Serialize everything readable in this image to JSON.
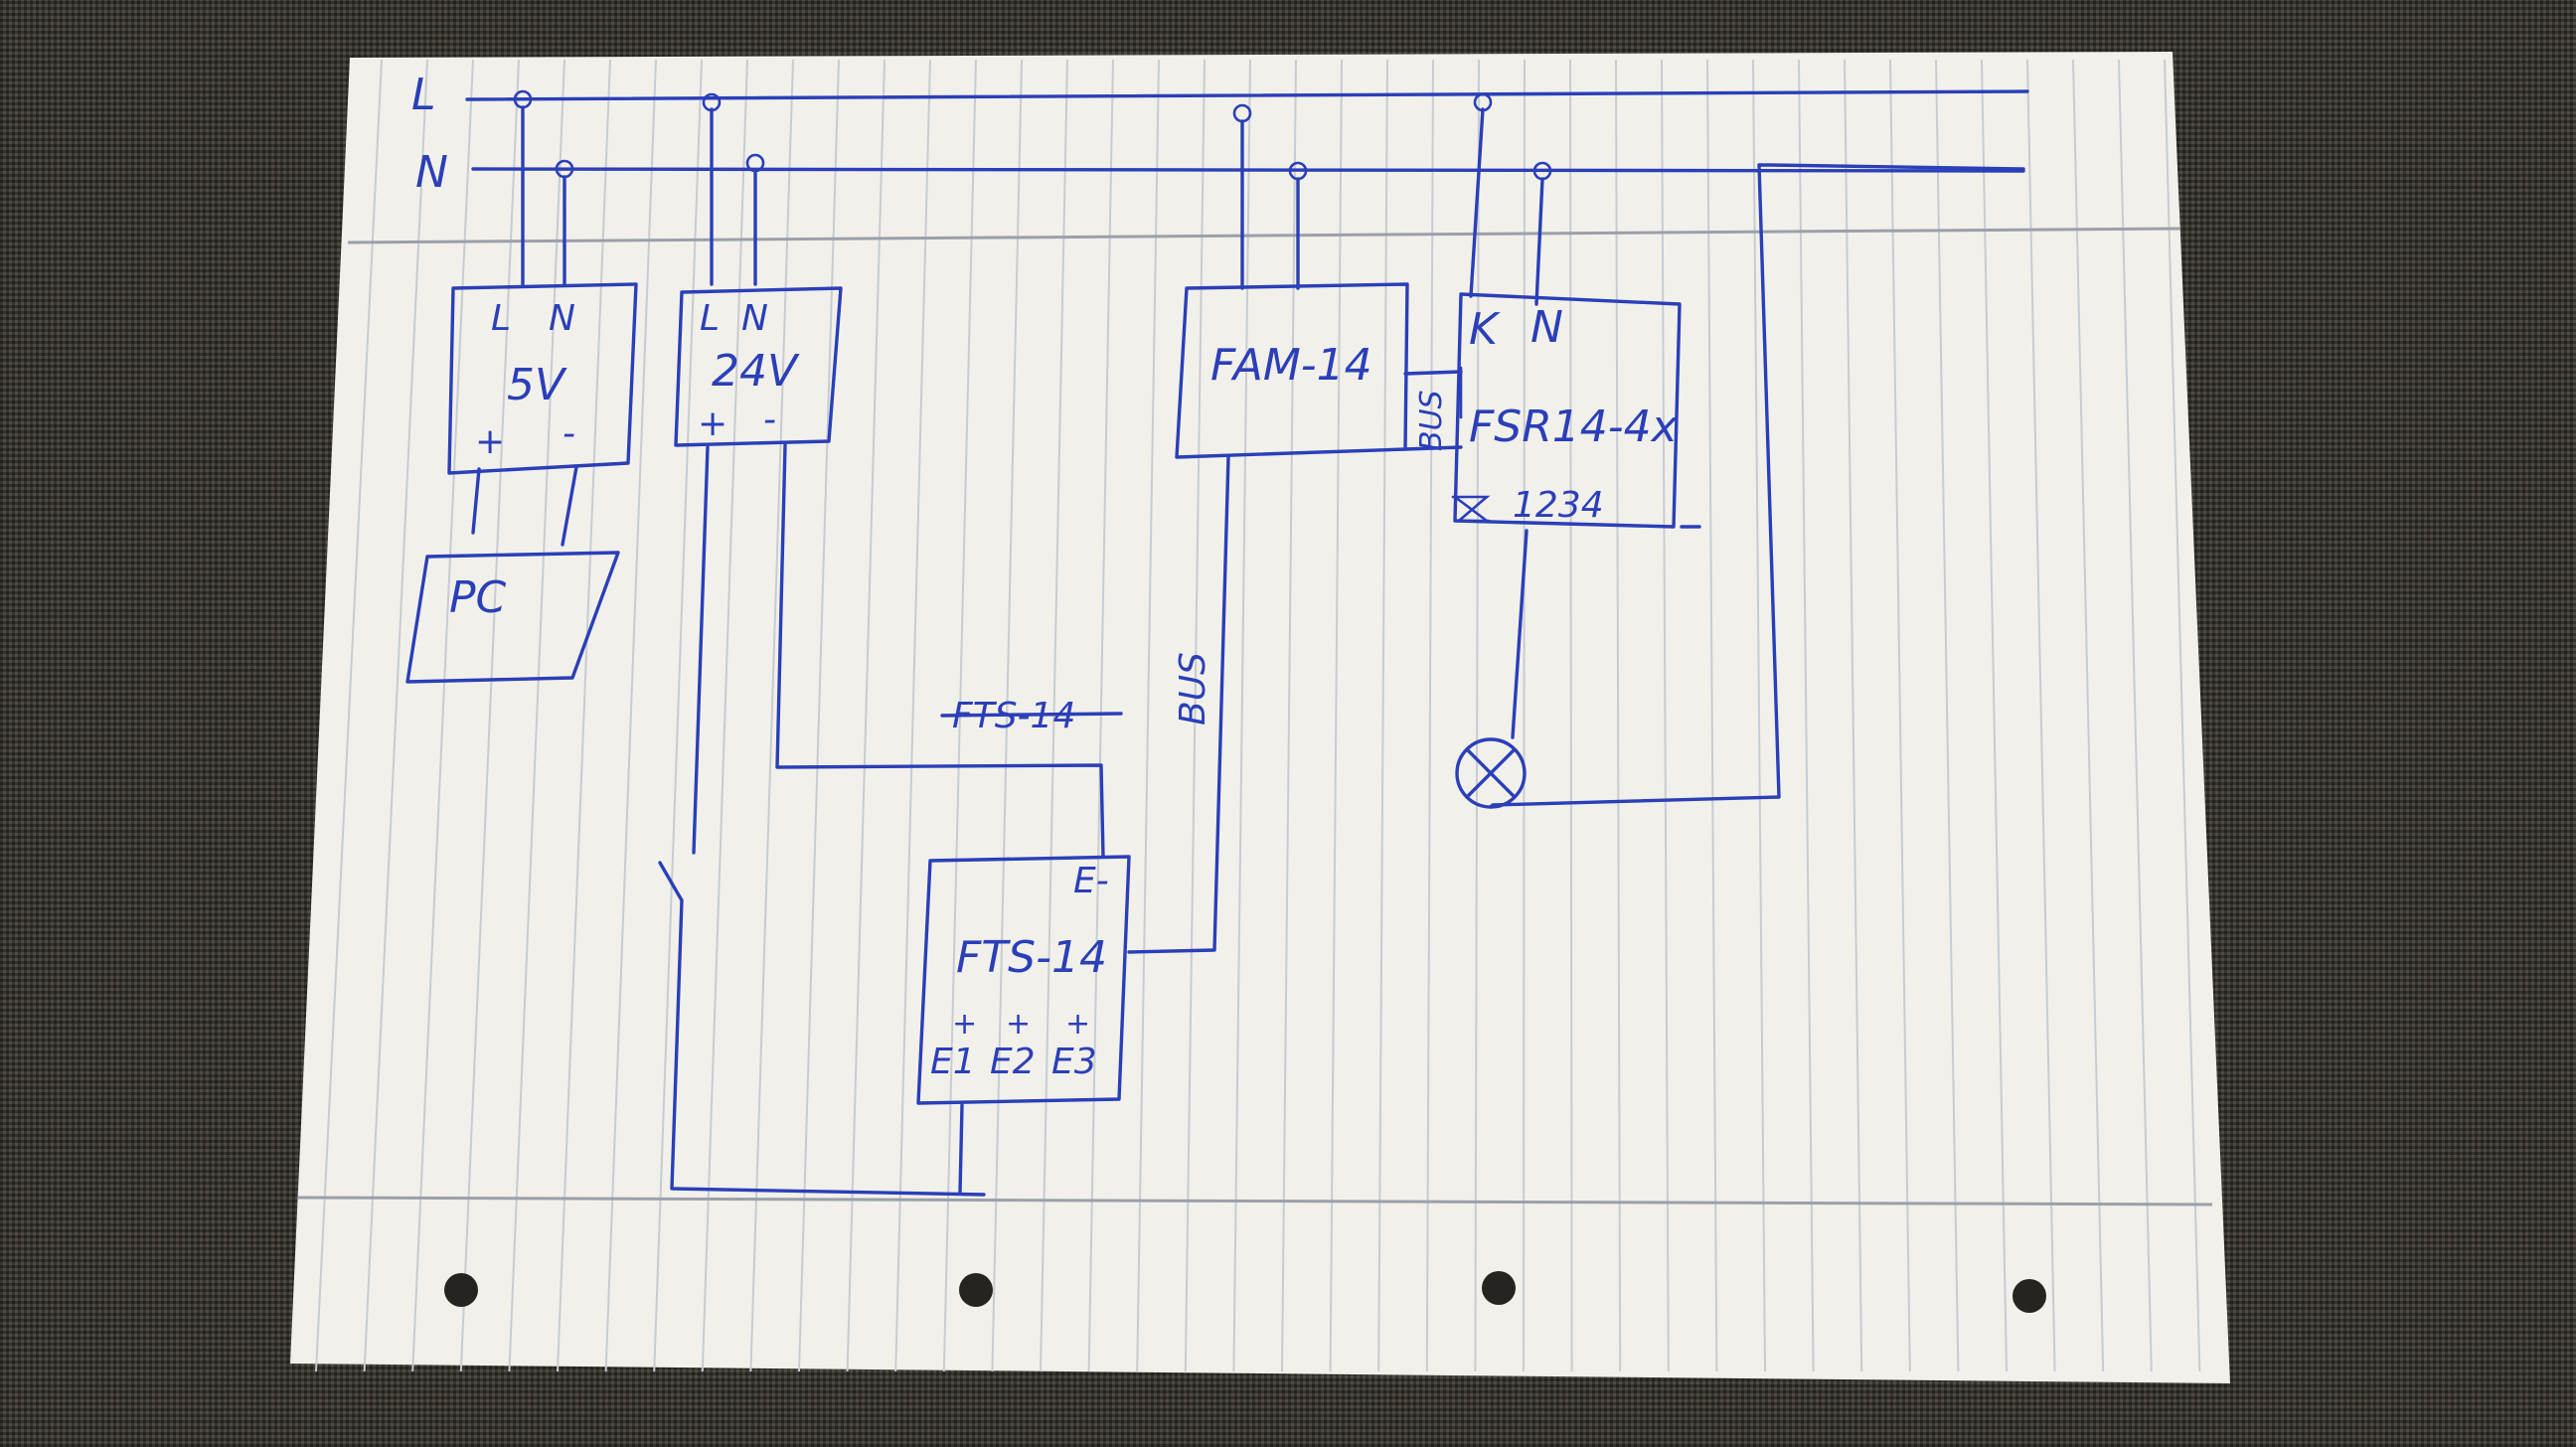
{
  "bus_lines": {
    "l": "L",
    "n": "N"
  },
  "psu_5v": {
    "l": "L",
    "n": "N",
    "name": "5V",
    "plus": "+",
    "minus": "-"
  },
  "pc": {
    "name": "PC"
  },
  "psu_24v": {
    "l": "L",
    "n": "N",
    "name": "24V",
    "plus": "+",
    "minus": "-"
  },
  "fam": {
    "name": "FAM-14",
    "bus_label": "BUS"
  },
  "fsr": {
    "k": "K",
    "n": "N",
    "name": "FSR14-4x",
    "terminals": "1234"
  },
  "fts_struck": "FTS-14",
  "bus_vertical": "BUS",
  "fts": {
    "e_minus": "E-",
    "name": "FTS-14",
    "plus1": "+",
    "plus2": "+",
    "plus3": "+",
    "e1": "E1",
    "e2": "E2",
    "e3": "E3"
  },
  "colors": {
    "ink": "#2a3fb8",
    "paper": "#f2f0ea",
    "rule": "#b9bcc4",
    "background": "#3e3a33"
  }
}
